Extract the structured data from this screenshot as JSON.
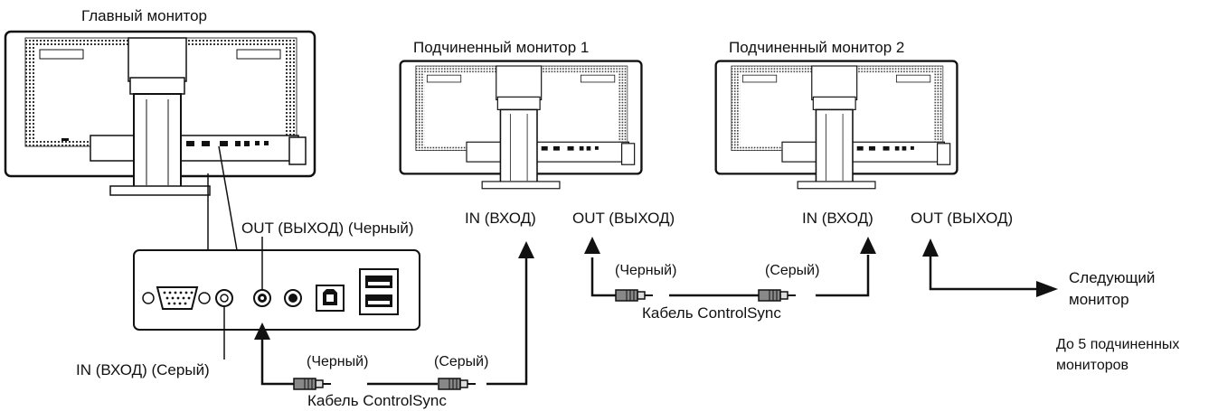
{
  "labels": {
    "main_monitor": "Главный монитор",
    "sub_monitor_1": "Подчиненный монитор 1",
    "sub_monitor_2": "Подчиненный монитор 2",
    "out_black": "OUT (ВЫХОД) (Черный)",
    "in_grey": "IN (ВХОД) (Серый)",
    "in_1": "IN (ВХОД)",
    "out_1": "OUT (ВЫХОД)",
    "in_2": "IN (ВХОД)",
    "out_2": "OUT (ВЫХОД)",
    "black_1": "(Черный)",
    "grey_1": "(Серый)",
    "cable_1": "Кабель ControlSync",
    "black_2": "(Черный)",
    "grey_2": "(Серый)",
    "cable_2": "Кабель ControlSync",
    "next_monitor_line1": "Следующий",
    "next_monitor_line2": "монитор",
    "up_to_line1": "До 5 подчиненных",
    "up_to_line2": "мониторов"
  },
  "colors": {
    "line": "#111111",
    "body": "#ffffff",
    "grid": "#555555"
  }
}
